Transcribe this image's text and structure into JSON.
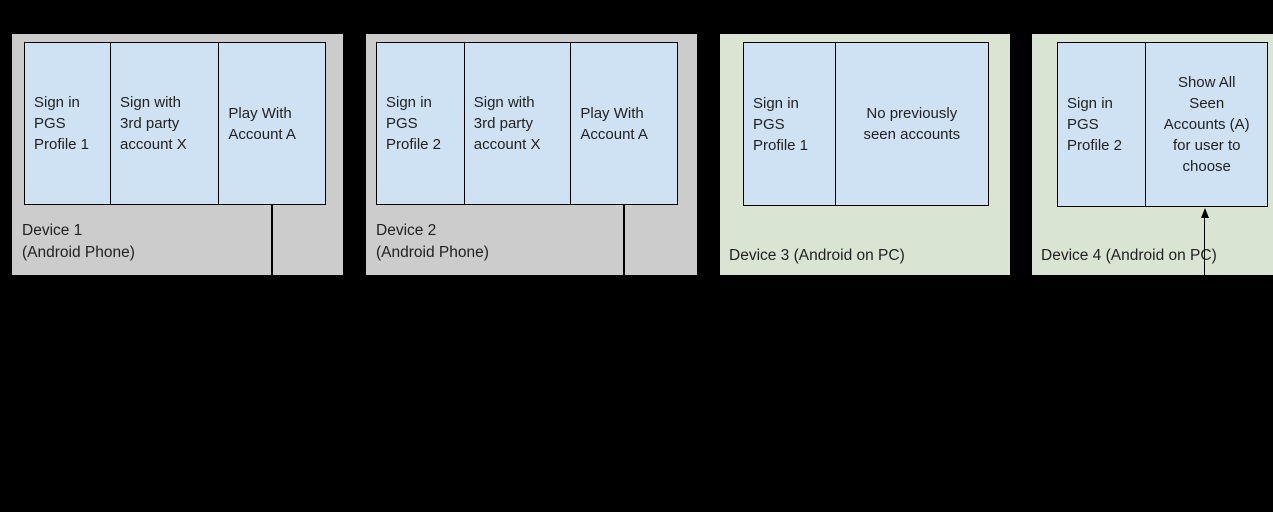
{
  "diagram": {
    "devices": [
      {
        "label": "Device 1\n(Android Phone)",
        "screens": [
          "Sign in\nPGS\nProfile 1",
          "Sign with\n3rd party\naccount X",
          "Play With\nAccount A"
        ]
      },
      {
        "label": "Device 2\n(Android Phone)",
        "screens": [
          "Sign in\nPGS\nProfile 2",
          "Sign with\n3rd party\naccount X",
          "Play With\nAccount A"
        ]
      },
      {
        "label": "Device 3 (Android on PC)",
        "screens": [
          "Sign in\nPGS\nProfile 1",
          "No previously\nseen accounts"
        ]
      },
      {
        "label": "Device 4 (Android on PC)",
        "screens": [
          "Sign in\nPGS\nProfile 2",
          "Show All\nSeen\nAccounts (A)\nfor user to\nchoose"
        ]
      }
    ],
    "colors": {
      "canvas_background": "#000000",
      "android_phone_device_fill": "#cccccc",
      "android_pc_device_fill": "#d9e5d2",
      "screen_fill": "#cfe2f3",
      "stroke": "#000000",
      "text": "#212121"
    }
  }
}
